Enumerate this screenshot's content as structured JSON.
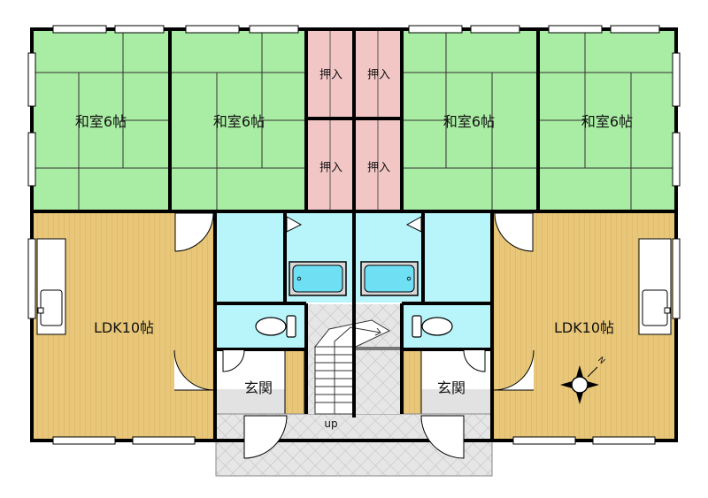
{
  "floorplan": {
    "washitsu_label": "和室6帖",
    "oshiire_label": "押入",
    "ldk_label": "LDK10帖",
    "genkan_label": "玄関",
    "stairs_label": "up",
    "compass_label": "N",
    "colors": {
      "tatami": "#a9eca3",
      "oshiire": "#f3c6c6",
      "flooring": "#e8c77a",
      "wet_area": "#b8f5fb",
      "entrance": "#e2e2e2",
      "wall": "#000000"
    },
    "icons": [
      "compass-icon",
      "bathtub-icon",
      "toilet-icon",
      "sink-icon",
      "door-swing-icon",
      "staircase-icon"
    ]
  }
}
